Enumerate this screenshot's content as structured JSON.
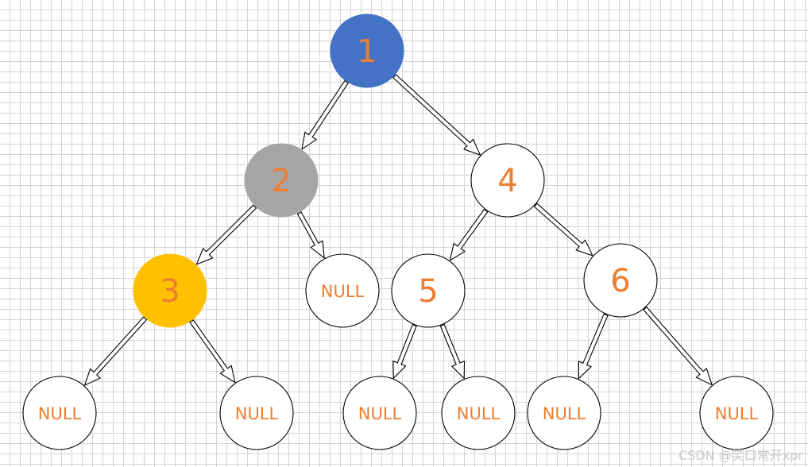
{
  "colors": {
    "label": "#ED7D31",
    "root_fill": "#4472C4",
    "node_2_fill": "#A5A5A5",
    "node_3_fill": "#FFC000",
    "default_fill": "#FFFFFF",
    "stroke": "#000000"
  },
  "nodes": [
    {
      "id": "n1",
      "label": "1",
      "fill": "#4472C4"
    },
    {
      "id": "n2",
      "label": "2",
      "fill": "#A5A5A5"
    },
    {
      "id": "n4",
      "label": "4",
      "fill": "#FFFFFF"
    },
    {
      "id": "n3",
      "label": "3",
      "fill": "#FFC000"
    },
    {
      "id": "null-2",
      "label": "NULL",
      "fill": "#FFFFFF"
    },
    {
      "id": "n5",
      "label": "5",
      "fill": "#FFFFFF"
    },
    {
      "id": "n6",
      "label": "6",
      "fill": "#FFFFFF"
    },
    {
      "id": "null-3a",
      "label": "NULL",
      "fill": "#FFFFFF"
    },
    {
      "id": "null-3b",
      "label": "NULL",
      "fill": "#FFFFFF"
    },
    {
      "id": "null-5a",
      "label": "NULL",
      "fill": "#FFFFFF"
    },
    {
      "id": "null-5b",
      "label": "NULL",
      "fill": "#FFFFFF"
    },
    {
      "id": "null-6a",
      "label": "NULL",
      "fill": "#FFFFFF"
    },
    {
      "id": "null-6b",
      "label": "NULL",
      "fill": "#FFFFFF"
    }
  ],
  "edges": [
    {
      "from": "n1",
      "to": "n2"
    },
    {
      "from": "n1",
      "to": "n4"
    },
    {
      "from": "n2",
      "to": "n3"
    },
    {
      "from": "n2",
      "to": "null-2"
    },
    {
      "from": "n4",
      "to": "n5"
    },
    {
      "from": "n4",
      "to": "n6"
    },
    {
      "from": "n3",
      "to": "null-3a"
    },
    {
      "from": "n3",
      "to": "null-3b"
    },
    {
      "from": "n5",
      "to": "null-5a"
    },
    {
      "from": "n5",
      "to": "null-5b"
    },
    {
      "from": "n6",
      "to": "null-6a"
    },
    {
      "from": "n6",
      "to": "null-6b"
    }
  ],
  "watermark": "CSDN @笑口常开xpr"
}
